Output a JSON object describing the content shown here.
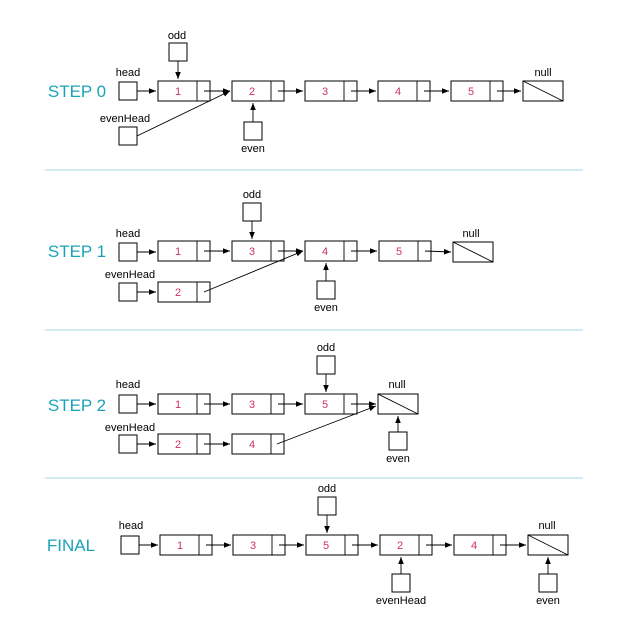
{
  "colors": {
    "title": "#1aa3b8",
    "value": "#d0315e",
    "divider": "#a9d6e5"
  },
  "null_text": "null",
  "steps": [
    {
      "title": "STEP 0",
      "lists": [
        {
          "pointer": "head",
          "nodes": [
            "1",
            "2",
            "3",
            "4",
            "5"
          ],
          "ends_in_null": true
        },
        {
          "pointer": "evenHead",
          "nodes": [],
          "points_to": "2"
        }
      ],
      "pointers": [
        {
          "label": "odd",
          "points_to": "1"
        },
        {
          "label": "even",
          "points_to": "2"
        }
      ]
    },
    {
      "title": "STEP 1",
      "lists": [
        {
          "pointer": "head",
          "nodes": [
            "1",
            "3",
            "4",
            "5"
          ],
          "ends_in_null": true
        },
        {
          "pointer": "evenHead",
          "nodes": [
            "2"
          ],
          "points_to": "4"
        }
      ],
      "pointers": [
        {
          "label": "odd",
          "points_to": "3"
        },
        {
          "label": "even",
          "points_to": "4"
        }
      ]
    },
    {
      "title": "STEP 2",
      "lists": [
        {
          "pointer": "head",
          "nodes": [
            "1",
            "3",
            "5"
          ],
          "ends_in_null": true
        },
        {
          "pointer": "evenHead",
          "nodes": [
            "2",
            "4"
          ],
          "points_to": "null"
        }
      ],
      "pointers": [
        {
          "label": "odd",
          "points_to": "5"
        },
        {
          "label": "even",
          "points_to": "null"
        }
      ]
    },
    {
      "title": "FINAL",
      "lists": [
        {
          "pointer": "head",
          "nodes": [
            "1",
            "3",
            "5",
            "2",
            "4"
          ],
          "ends_in_null": true
        }
      ],
      "pointers": [
        {
          "label": "odd",
          "points_to": "5"
        },
        {
          "label": "evenHead",
          "points_to": "2"
        },
        {
          "label": "even",
          "points_to": "null"
        }
      ]
    }
  ]
}
